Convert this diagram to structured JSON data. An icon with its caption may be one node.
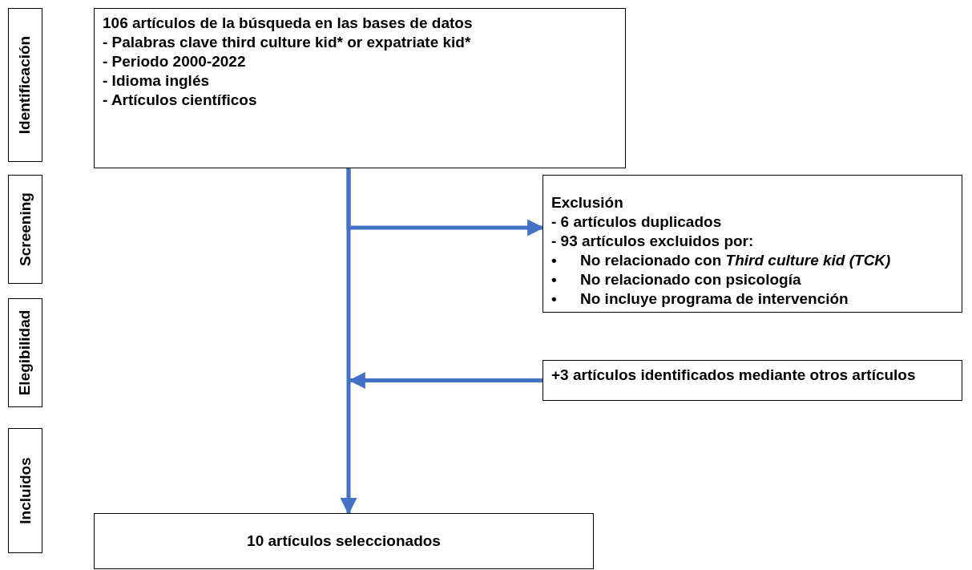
{
  "diagram": {
    "nodes": [
      {
        "text": [
          "Identificación"
        ]
      },
      {
        "text": [
          "Screening"
        ]
      },
      {
        "text": [
          "Elegibilidad"
        ]
      },
      {
        "text": [
          "Incluidos"
        ]
      },
      {
        "text": [
          "106 artículos de la búsqueda en las bases de datos",
          "- Palabras clave third culture kid* or expatriate kid*",
          "- Periodo 2000-2022",
          "- Idioma inglés",
          "- Artículos científicos"
        ]
      },
      {
        "text": [
          "Exclusión",
          "- 6 artículos duplicados",
          "- 93 artículos excluidos por:",
          "No relacionado con *Third culture kid (TCK)*",
          "No relacionado con psicología",
          "No incluye programa de intervención"
        ]
      },
      {
        "text": [
          "+3 artículos identificados mediante otros artículos"
        ]
      },
      {
        "text": [
          "10 artículos seleccionados"
        ]
      }
    ],
    "edges": [
      {
        "from": 4,
        "to": 7,
        "arrow": "to"
      },
      {
        "from": 4,
        "to": 5,
        "arrow": "to"
      },
      {
        "from": 6,
        "to": null,
        "arrow": "to"
      }
    ],
    "labels": [
      "•",
      "•",
      "•"
    ]
  }
}
